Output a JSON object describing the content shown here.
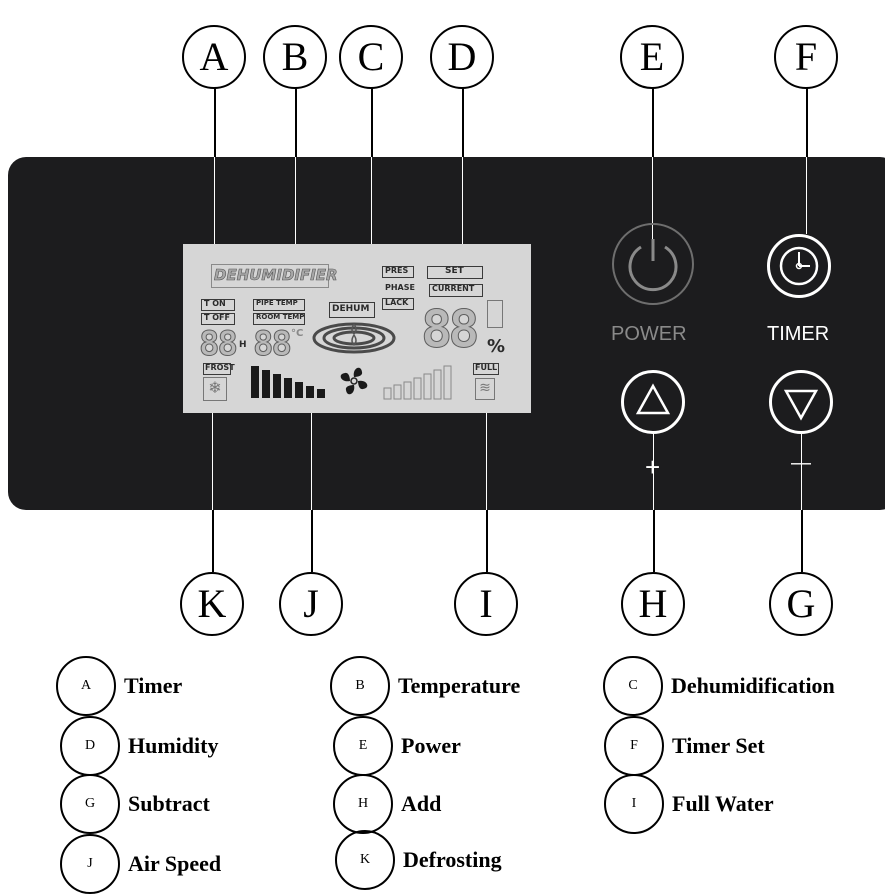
{
  "callouts_top": {
    "a": "A",
    "b": "B",
    "c": "C",
    "d": "D",
    "e": "E",
    "f": "F"
  },
  "callouts_bottom": {
    "k": "K",
    "j": "J",
    "i": "I",
    "h": "H",
    "g": "G"
  },
  "lcd": {
    "title": "DEHUMIDIFIER",
    "t_on": "T ON",
    "t_off": "T OFF",
    "pipe_temp": "PIPE TEMP",
    "room_temp": "ROOM TEMP",
    "dehum": "DEHUM",
    "pres": "PRES",
    "phase": "PHASE",
    "lack": "LACK",
    "set": "SET",
    "current": "CURRENT",
    "frost": "FROST",
    "full": "FULL",
    "digits_timer": "88",
    "hour_unit": "H",
    "digits_temp": "88",
    "temp_unit": "°C",
    "digits_humidity": "88",
    "percent": "%"
  },
  "buttons": {
    "power_label": "POWER",
    "timer_label": "TIMER",
    "plus": "+",
    "minus": "—"
  },
  "legend": [
    {
      "letter": "A",
      "label": "Timer"
    },
    {
      "letter": "B",
      "label": "Temperature"
    },
    {
      "letter": "C",
      "label": "Dehumidification"
    },
    {
      "letter": "D",
      "label": "Humidity"
    },
    {
      "letter": "E",
      "label": "Power"
    },
    {
      "letter": "F",
      "label": "Timer Set"
    },
    {
      "letter": "G",
      "label": "Subtract"
    },
    {
      "letter": "H",
      "label": "Add"
    },
    {
      "letter": "I",
      "label": "Full Water"
    },
    {
      "letter": "J",
      "label": "Air Speed"
    },
    {
      "letter": "K",
      "label": "Defrosting"
    }
  ]
}
